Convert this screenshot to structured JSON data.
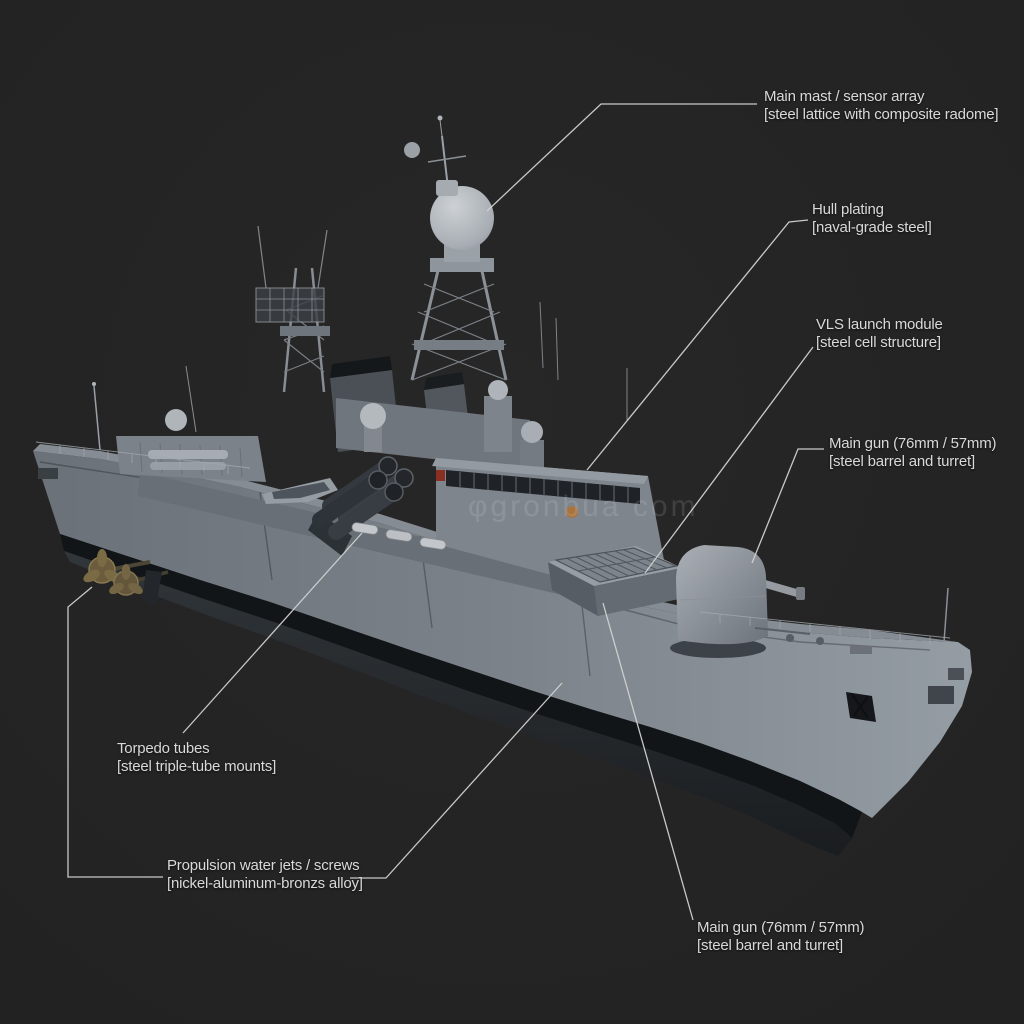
{
  "diagram": {
    "subject": "annotated-warship-technical-diagram",
    "palette": {
      "background": "#202020",
      "label_text": "#d9d9d9",
      "leader_line": "#d2d2d2",
      "hull_light": "#9199a0",
      "hull_dark": "#6b7178",
      "waterline_band": "#121517",
      "propeller_bronze": "#8a7a52"
    },
    "watermark": {
      "text": "φgronbua com"
    },
    "callouts": [
      {
        "id": "main-mast",
        "title": "Main mast / sensor array",
        "spec": "[steel lattice with composite radome]"
      },
      {
        "id": "hull-plating",
        "title": "Hull plating",
        "spec": "[naval-grade steel]"
      },
      {
        "id": "vls",
        "title": "VLS launch module",
        "spec": "[steel cell structure]"
      },
      {
        "id": "main-gun-right",
        "title": "Main gun (76mm / 57mm)",
        "spec": "[steel barrel and turret]"
      },
      {
        "id": "torpedo-tubes",
        "title": "Torpedo tubes",
        "spec": "[steel triple-tube mounts]"
      },
      {
        "id": "propulsion",
        "title": "Propulsion water jets / screws",
        "spec": "[nickel-aluminum-bronzs alloy]"
      },
      {
        "id": "main-gun-bottom",
        "title": "Main gun (76mm / 57mm)",
        "spec": "[steel barrel and turret]"
      }
    ]
  }
}
